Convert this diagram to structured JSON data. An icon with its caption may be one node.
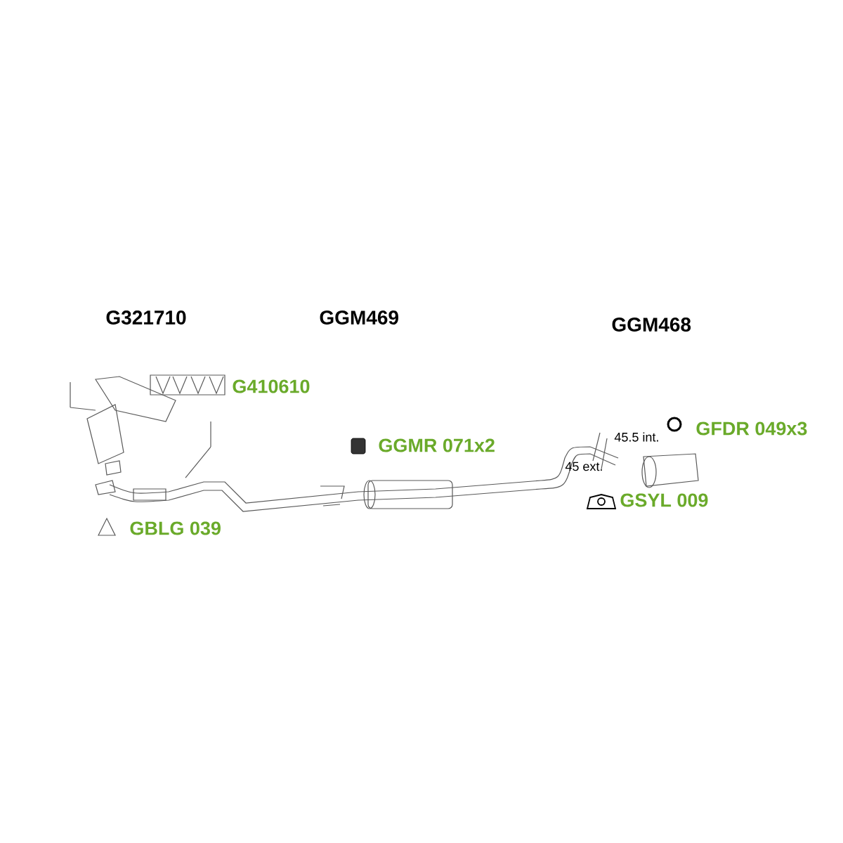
{
  "diagram": {
    "labels": [
      "G321710",
      "GGM469",
      "GGM468",
      "G410610",
      "GGMR 071x2",
      "GFDR 049x3",
      "45.5 int.",
      "45 ext.",
      "GBLG 039",
      "GSYL 009"
    ]
  }
}
